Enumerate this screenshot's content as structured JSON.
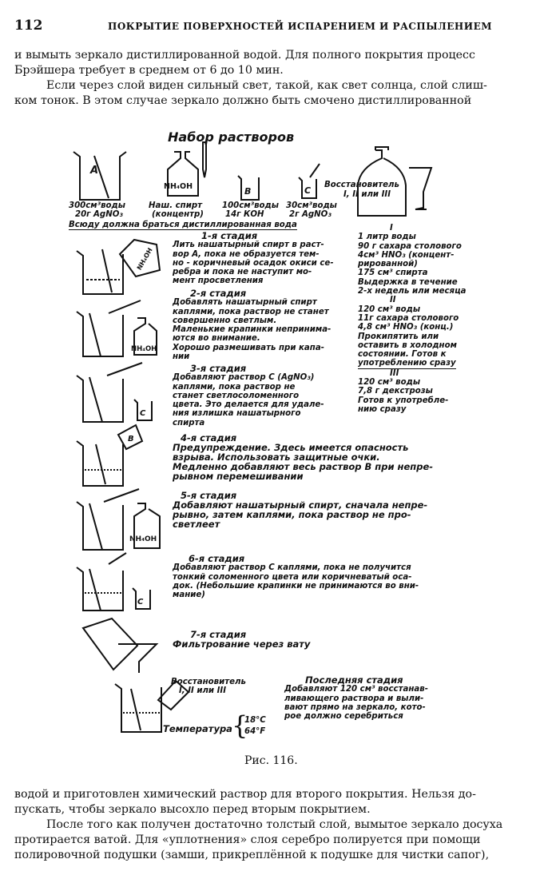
{
  "header": {
    "page_number": "112",
    "running_title": "ПОКРЫТИЕ ПОВЕРХНОСТЕЙ ИСПАРЕНИЕМ И РАСПЫЛЕНИЕМ"
  },
  "text_top": [
    "и вымыть зеркало дистиллированной водой. Для полного покрытия процесс",
    "Брэйшера требует в среднем от 6 до 10 мин.",
    "Если через слой виден сильный свет, такой, как свет солнца, слой слиш-",
    "ком тонок. В этом случае зеркало должно быть смочено дистиллированной"
  ],
  "figure": {
    "title": "Набор растворов",
    "vessel_letters": {
      "a": "A",
      "b": "B",
      "c": "C",
      "nh4oh": "NH₄OH"
    },
    "restorer_label": [
      "Восстановитель",
      "I, II или III"
    ],
    "solutions": [
      [
        "300см³воды",
        "20г AgNO₃"
      ],
      [
        "Наш. спирт",
        "(концентр)"
      ],
      [
        "100см³воды",
        "14г  КОН"
      ],
      [
        "30см³воды",
        "2г AgNO₃"
      ]
    ],
    "note": "Всюду должна браться дистиллированная вода",
    "stages": [
      {
        "title": "1-я стадия",
        "lines": [
          "Лить нашатырный спирт в раст-",
          "вор А, пока не образуется тем-",
          "но - коричневый осадок окиси се-",
          "ребра и пока не наступит мо-",
          "мент просветления"
        ]
      },
      {
        "title": "2-я стадия",
        "lines": [
          "Добавлять нашатырный спирт",
          "каплями, пока раствор не станет",
          "совершенно светлым.",
          "Маленькие крапинки непринима-",
          "ются во внимание.",
          "Хорошо размешивать при капа-",
          "нии"
        ]
      },
      {
        "title": "3-я стадия",
        "lines": [
          "Добавляют раствор С (AgNO₃)",
          "каплями, пока раствор не",
          "станет светлосоломенного",
          "цвета. Это делается для удале-",
          "ния излишка нашатырного",
          "спирта"
        ]
      },
      {
        "title": "4-я стадия",
        "lines": [
          "Предупреждение.  Здесь имеется опасность",
          "взрыва. Использовать защитные очки.",
          "Медленно добавляют весь раствор В при непре-",
          "рывном перемешивании"
        ]
      },
      {
        "title": "5-я стадия",
        "lines": [
          "Добавляют нашатырный спирт, сначала непре-",
          "рывно, затем каплями, пока раствор не про-",
          "светлеет"
        ]
      },
      {
        "title": "6-я стадия",
        "lines": [
          "Добавляют раствор С каплями, пока не получится",
          "тонкий соломенного цвета или коричневатый оса-",
          "док. (Небольшие крапинки не принимаются во вни-",
          "мание)"
        ]
      },
      {
        "title": "7-я стадия",
        "lines": [
          "Фильтрование через вату"
        ]
      }
    ],
    "recipes": [
      "I",
      "1 литр воды",
      "90 г сахара столового",
      "4см³ HNO₃ (концент-",
      "рированной)",
      "175 см³ спирта",
      "Выдержка в течение",
      "2-х недель или месяца",
      "II",
      "120 см³ воды",
      "11г сахара столового",
      "4,8 см³ HNO₃ (конц.)",
      "Прокипятить или",
      "оставить в холодном",
      "состоянии. Готов к",
      "употреблению сразу",
      "III",
      "120 см³ воды",
      "7,8 г декстрозы",
      "Готов к употребле-",
      "нию сразу"
    ],
    "final": {
      "restorer": [
        "Восстановитель",
        "I, II или III"
      ],
      "title": "Последняя стадия",
      "lines": [
        "Добавляют 120 см³ восстанав-",
        "ливающего раствора и выли-",
        "вают прямо на зеркало, кото-",
        "рое должно серебриться"
      ],
      "temperature_label": "Температура",
      "temperature_values": [
        "18°C",
        "64°F"
      ]
    },
    "caption": "Рис. 116."
  },
  "text_bottom": [
    "водой и приготовлен химический раствор для второго покрытия. Нельзя до-",
    "пускать, чтобы зеркало высохло перед вторым покрытием.",
    "После того как получен достаточно толстый слой, вымытое зеркало досуха",
    "протирается ватой. Для «уплотнения» слоя серебро полируется при помощи",
    "полировочной подушки (замши, прикреплённой к подушке для чистки сапог),"
  ]
}
